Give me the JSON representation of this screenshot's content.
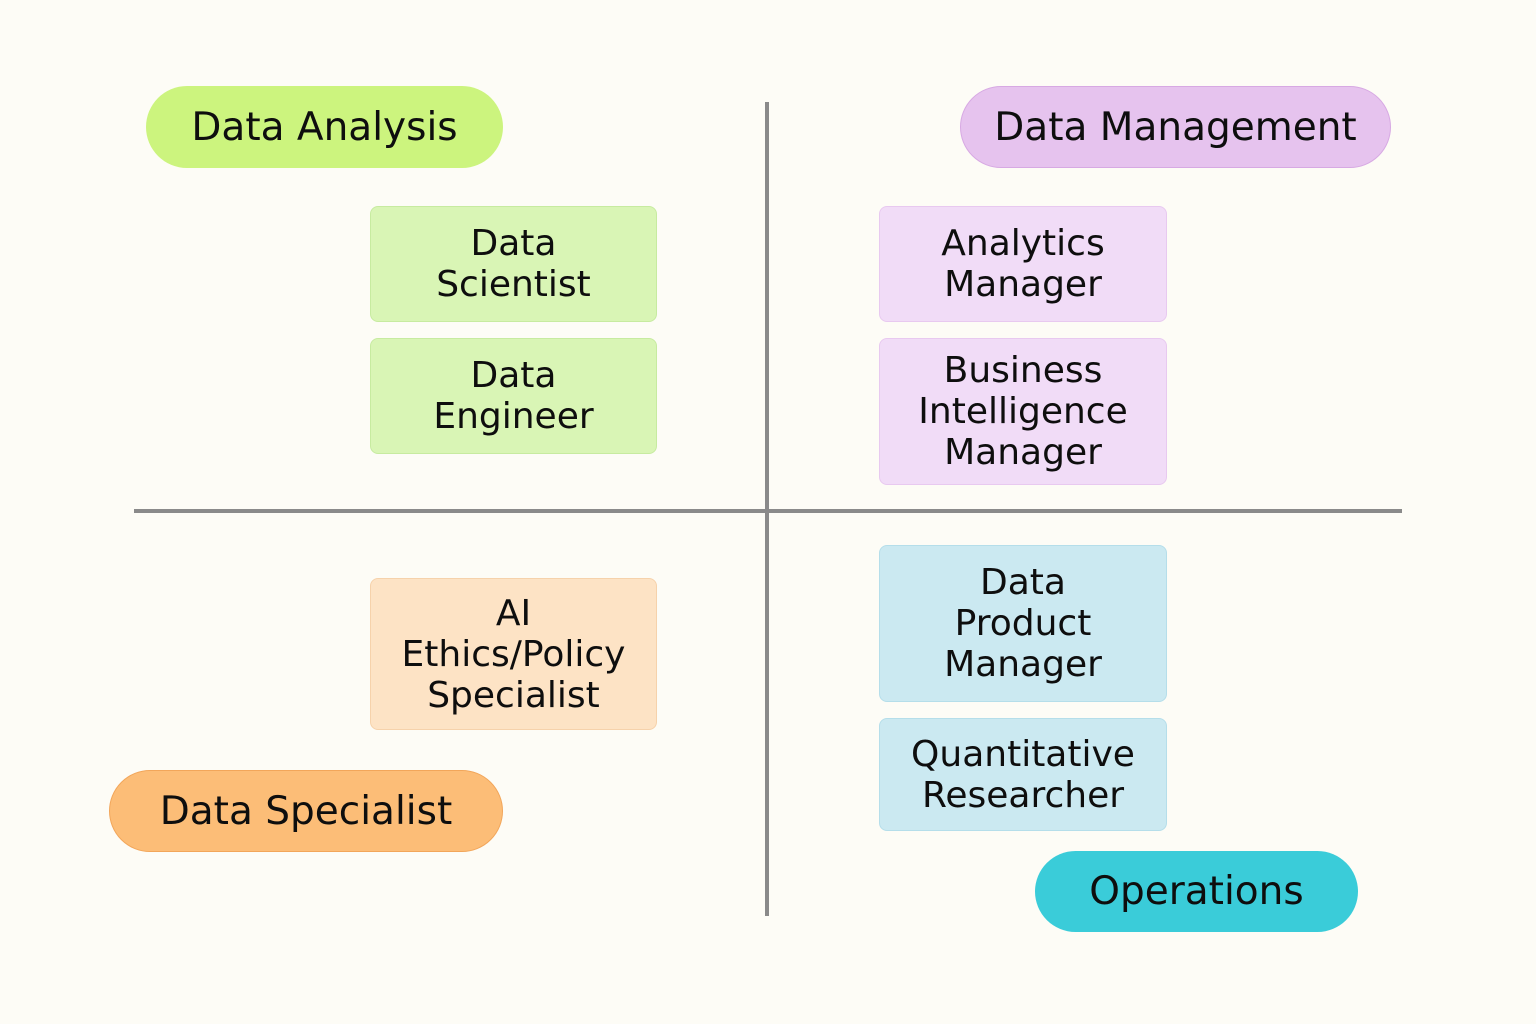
{
  "categories": {
    "data_analysis": {
      "label": "Data Analysis",
      "color": "#ccf47e"
    },
    "data_management": {
      "label": "Data Management",
      "color": "#e6c3ee"
    },
    "data_specialist": {
      "label": "Data Specialist",
      "color": "#fcbd77"
    },
    "operations": {
      "label": "Operations",
      "color": "#3accd9"
    }
  },
  "roles": {
    "data_scientist": {
      "lines": [
        "Data",
        "Scientist"
      ],
      "color": "#d9f5b5"
    },
    "data_engineer": {
      "lines": [
        "Data",
        "Engineer"
      ],
      "color": "#d9f5b5"
    },
    "analytics_manager": {
      "lines": [
        "Analytics",
        "Manager"
      ],
      "color": "#f1dcf7"
    },
    "bi_manager": {
      "lines": [
        "Business",
        "Intelligence",
        "Manager"
      ],
      "color": "#f1dcf7"
    },
    "ai_ethics_specialist": {
      "lines": [
        "AI",
        "Ethics/Policy",
        "Specialist"
      ],
      "color": "#fde3c5"
    },
    "data_product_manager": {
      "lines": [
        "Data",
        "Product",
        "Manager"
      ],
      "color": "#cbe9f1"
    },
    "quantitative_researcher": {
      "lines": [
        "Quantitative",
        "Researcher"
      ],
      "color": "#cbe9f1"
    }
  }
}
